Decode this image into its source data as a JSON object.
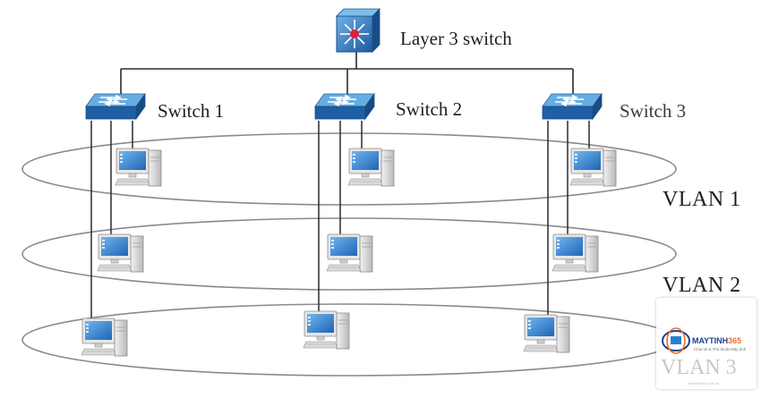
{
  "core": {
    "label": "Layer 3 switch",
    "icon": "layer3-switch-icon"
  },
  "switches": [
    {
      "label": "Switch 1",
      "icon": "switch-icon"
    },
    {
      "label": "Switch 2",
      "icon": "switch-icon"
    },
    {
      "label": "Switch 3",
      "icon": "switch-icon"
    }
  ],
  "vlans": [
    {
      "label": "VLAN 1"
    },
    {
      "label": "VLAN 2"
    },
    {
      "label": "VLAN 3"
    }
  ],
  "hosts": {
    "icon": "desktop-computer-icon"
  },
  "watermark": {
    "brand_main": "MAYTINH",
    "brand_accent": "365",
    "tagline": "Chia sẻ & Thủ thuật Máy tính",
    "url": "maytinh365.com.vn",
    "logo": "maytinh365-logo-icon"
  },
  "colors": {
    "switch_top": "#5aa0d8",
    "switch_front": "#1f5fa6",
    "switch_side": "#174c87",
    "ring": "#8a8a8a",
    "link": "#2b2b2b",
    "core_dot": "#e02030",
    "monitor_screen": "#2a7fd0",
    "pc_case": "#d7d7d7",
    "brand_blue": "#1b3f8f",
    "brand_orange": "#e8702a"
  }
}
